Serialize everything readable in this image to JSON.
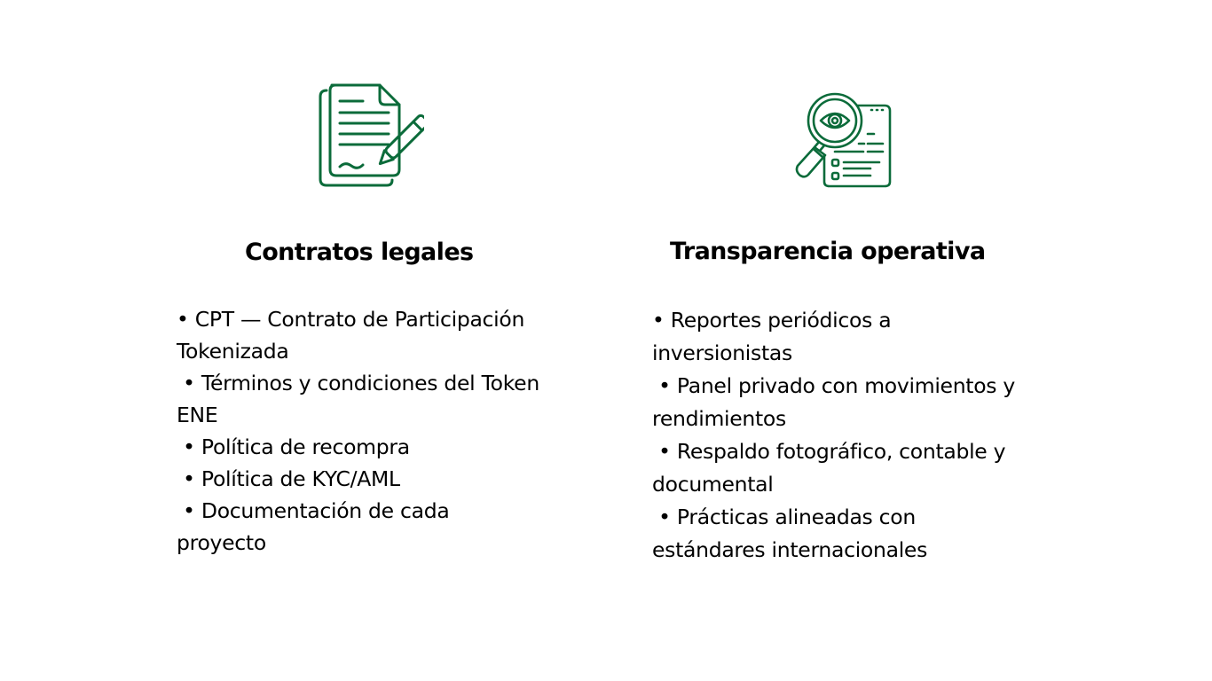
{
  "theme": {
    "accent": "#0b6b3a",
    "text": "#000000",
    "background": "#ffffff"
  },
  "columns": [
    {
      "icon": "contract-signing-icon",
      "title": "Contratos legales",
      "items": [
        {
          "lead": "• ",
          "text": "CPT — Contrato de Participación Tokenizada"
        },
        {
          "lead": " • ",
          "text": "Términos y condiciones del Token ENE"
        },
        {
          "lead": " • ",
          "text": "Política de recompra"
        },
        {
          "lead": " • ",
          "text": "Política de KYC/AML"
        },
        {
          "lead": " • ",
          "text": "Documentación de cada proyecto"
        }
      ]
    },
    {
      "icon": "magnifier-eye-document-icon",
      "title": "Transparencia operativa",
      "items": [
        {
          "lead": "• ",
          "text": "Reportes periódicos a inversionistas"
        },
        {
          "lead": " • ",
          "text": "Panel privado con movimientos y rendimientos"
        },
        {
          "lead": " • ",
          "text": "Respaldo fotográfico, contable y documental"
        },
        {
          "lead": " • ",
          "text": "Prácticas alineadas con estándares internacionales"
        }
      ]
    }
  ]
}
